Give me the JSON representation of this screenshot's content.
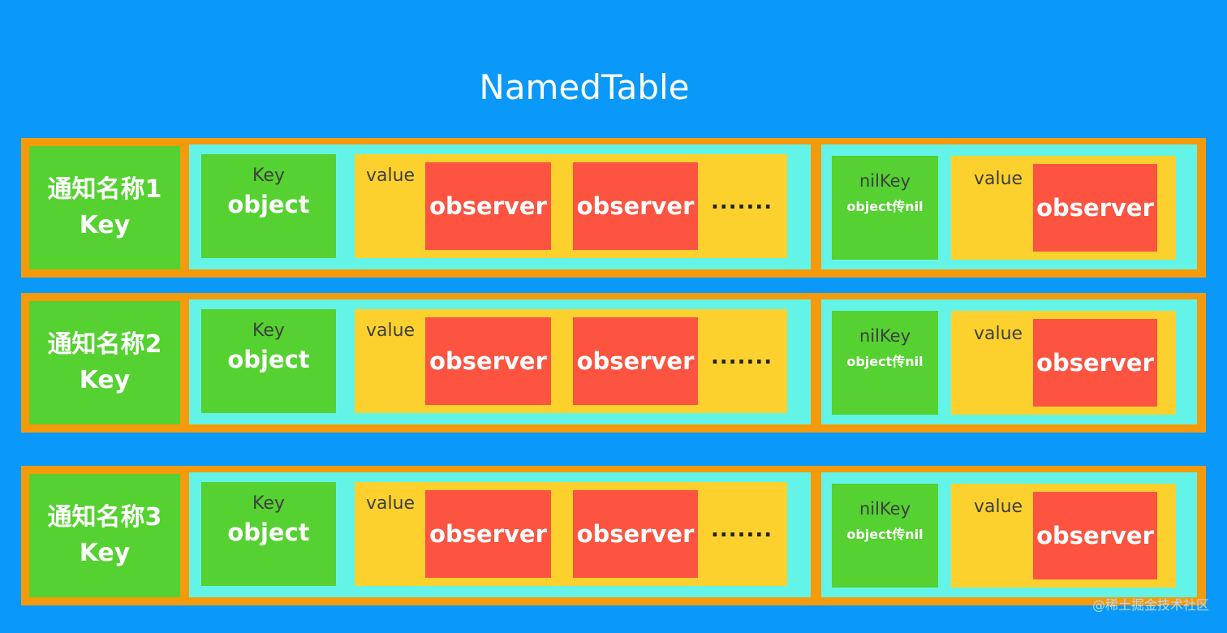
{
  "title": "NamedTable",
  "rows": [
    {
      "name": "通知名称1",
      "name_key": "Key",
      "key_label": "Key",
      "key_value": "object",
      "value_label": "value",
      "observers": [
        "observer",
        "observer"
      ],
      "ellipsis": ".......",
      "nil_key_label": "nilKey",
      "nil_key_sub": "object传nil",
      "nil_value_label": "value",
      "nil_observer": "observer"
    },
    {
      "name": "通知名称2",
      "name_key": "Key",
      "key_label": "Key",
      "key_value": "object",
      "value_label": "value",
      "observers": [
        "observer",
        "observer"
      ],
      "ellipsis": ".......",
      "nil_key_label": "nilKey",
      "nil_key_sub": "object传nil",
      "nil_value_label": "value",
      "nil_observer": "observer"
    },
    {
      "name": "通知名称3",
      "name_key": "Key",
      "key_label": "Key",
      "key_value": "object",
      "value_label": "value",
      "observers": [
        "observer",
        "observer"
      ],
      "ellipsis": ".......",
      "nil_key_label": "nilKey",
      "nil_key_sub": "object传nil",
      "nil_value_label": "value",
      "nil_observer": "observer"
    }
  ],
  "watermark": "@稀土掘金技术社区",
  "colors": {
    "background": "#0a99f9",
    "row_border": "#f59a0a",
    "key_box": "#55d131",
    "container": "#63f4e7",
    "value_box": "#fdd12d",
    "observer_box": "#fc5441"
  }
}
